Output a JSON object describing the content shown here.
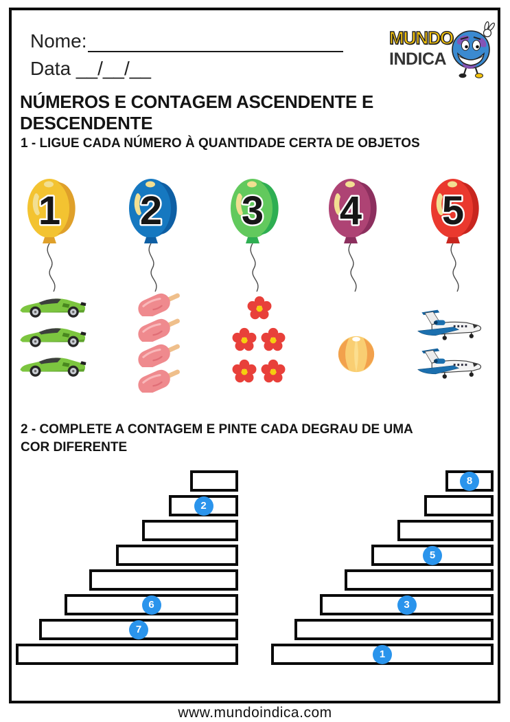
{
  "page": {
    "title": "NÚMEROS E CONTAGEM ASCENDENTE E DESCENDENTE",
    "footer_url": "www.mundoindica.com"
  },
  "header": {
    "name_label": "Nome:",
    "date_label": "Data __/__/__",
    "logo": {
      "word1": "MUNDO",
      "word2": "INDICA",
      "mascot": "globe-cartoon-peace-sign"
    }
  },
  "tasks": {
    "one": {
      "heading": "1 - LIGUE CADA NÚMERO À QUANTIDADE CERTA DE OBJETOS"
    },
    "two": {
      "heading": "2 - COMPLETE A CONTAGEM E PINTE CADA DEGRAU DE UMA COR DIFERENTE"
    }
  },
  "balloons": [
    {
      "number": "1",
      "body": "#F3C331",
      "shade": "#DFA02A"
    },
    {
      "number": "2",
      "body": "#1678C0",
      "shade": "#0E5FA4"
    },
    {
      "number": "3",
      "body": "#62C95D",
      "shade": "#2EAE52"
    },
    {
      "number": "4",
      "body": "#AE4374",
      "shade": "#8C2F5E"
    },
    {
      "number": "5",
      "body": "#EA392E",
      "shade": "#C8261F"
    }
  ],
  "objects": [
    {
      "name": "green sports cars",
      "count": 3
    },
    {
      "name": "pink popsicles",
      "count": 4
    },
    {
      "name": "red flowers",
      "count": 5
    },
    {
      "name": "beach ball",
      "count": 1
    },
    {
      "name": "airplanes",
      "count": 2
    }
  ],
  "stairs": {
    "left": {
      "steps": [
        "",
        "2",
        "",
        "",
        "",
        "6",
        "7",
        ""
      ]
    },
    "right": {
      "steps": [
        "8",
        "",
        "",
        "5",
        "",
        "3",
        "",
        "1"
      ]
    }
  },
  "colors": {
    "badge_blue": "#2A94EC",
    "logo_yellow": "#F6C40D",
    "frame_black": "#0D0D0D",
    "highlight_cream": "#F2DF92"
  }
}
